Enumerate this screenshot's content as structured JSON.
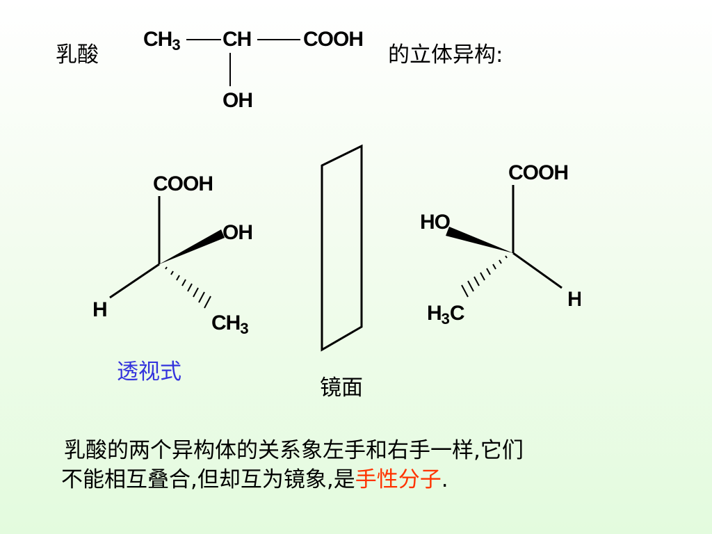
{
  "header": {
    "compound": "乳酸",
    "suffix": "的立体异构:"
  },
  "formula": {
    "ch3": "CH",
    "ch3_sub": "3",
    "ch": "CH",
    "cooh": "COOH",
    "oh": "OH"
  },
  "left_isomer": {
    "cooh": "COOH",
    "oh": "OH",
    "h": "H",
    "ch3": "CH",
    "ch3_sub": "3",
    "caption": "透视式"
  },
  "right_isomer": {
    "cooh": "COOH",
    "ho": "HO",
    "h": "H",
    "h3c_h": "H",
    "h3c_sub": "3",
    "h3c_c": "C"
  },
  "mirror": {
    "label": "镜面"
  },
  "footer": {
    "line1": "乳酸的两个异构体的关系象左手和右手一样,它们",
    "line2_pre": "不能相互叠合,但却互为镜象,是",
    "highlight": "手性分子",
    "end": "."
  },
  "colors": {
    "caption": "#3333dd",
    "highlight": "#ff3300"
  }
}
